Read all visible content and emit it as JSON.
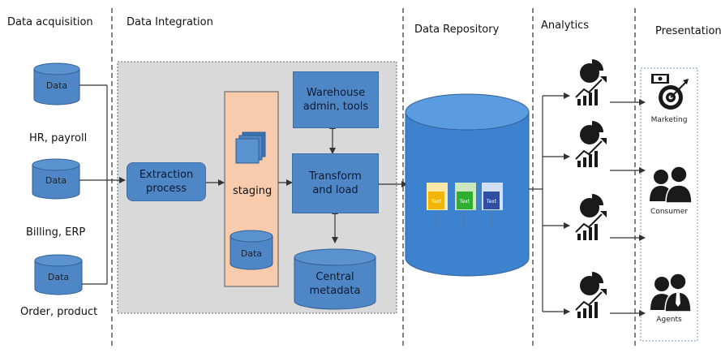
{
  "headers": {
    "acquisition": "Data acquisition",
    "integration": "Data Integration",
    "repository": "Data Repository",
    "analytics": "Analytics",
    "presentation": "Presentation"
  },
  "sources": [
    {
      "db_label": "Data",
      "caption": "HR, payroll"
    },
    {
      "db_label": "Data",
      "caption": "Billing, ERP"
    },
    {
      "db_label": "Data",
      "caption": "Order, product"
    }
  ],
  "integration": {
    "extraction": "Extraction process",
    "staging": "staging",
    "staging_db": "Data",
    "warehouse": "Warehouse admin, tools",
    "transform": "Transform and load",
    "metadata": "Central metadata"
  },
  "presentation": {
    "marketing": "Marketing",
    "consumer": "Consumer",
    "agents": "Agents"
  },
  "colors": {
    "box_blue": "#4f86c6",
    "staging_peach": "#f8cbad",
    "panel_gray": "#d9d9d9"
  }
}
